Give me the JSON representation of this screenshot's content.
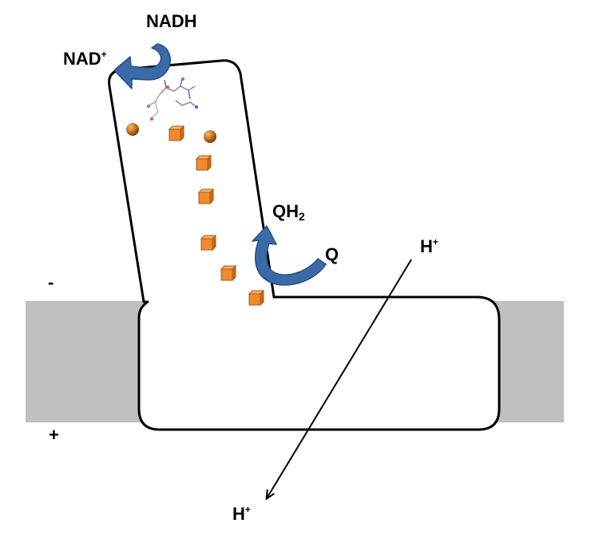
{
  "labels": {
    "nadh": "NADH",
    "nad": "NAD",
    "nad_sup": "+",
    "qh": "QH",
    "qh_sub": "2",
    "q": "Q",
    "h_top": "H",
    "h_top_sup": "+",
    "h_bottom": "H",
    "h_bottom_sup": "+",
    "minus": "-",
    "plus": "+"
  },
  "colors": {
    "membrane": "#c0c0c0",
    "arrow_blue": "#3a6ba8",
    "arrow_blue_dark": "#2a4f80",
    "iron_sulfur": "#f08a30",
    "iron_sphere": "#b06010",
    "outline": "#000000"
  }
}
